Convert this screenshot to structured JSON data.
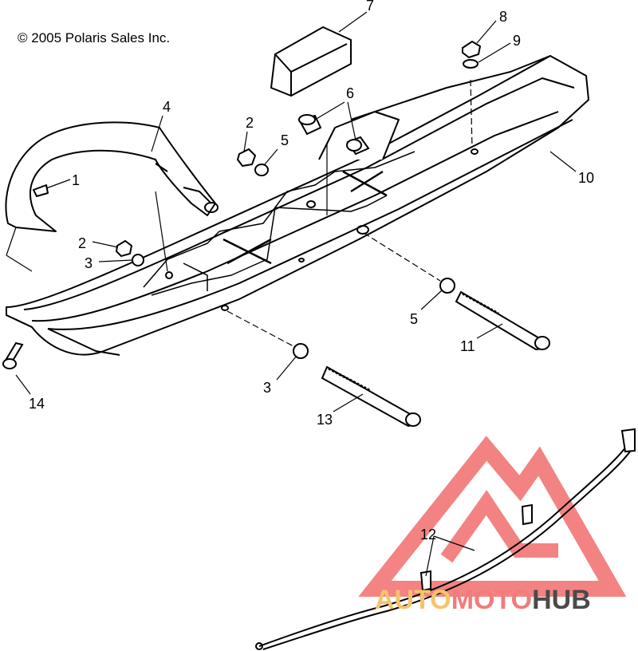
{
  "copyright": "© 2005 Polaris Sales Inc.",
  "callouts": [
    "1",
    "2",
    "3",
    "4",
    "2",
    "5",
    "6",
    "7",
    "8",
    "9",
    "10",
    "5",
    "11",
    "3",
    "13",
    "14",
    "12"
  ],
  "watermark": {
    "part1": "AUTO",
    "part2": "MOTO",
    "part3": "HUB",
    "color1": "#f5c36b",
    "color2": "#f27b7b",
    "color3": "#4a4a4a",
    "logo_color": "#f05a5a"
  }
}
